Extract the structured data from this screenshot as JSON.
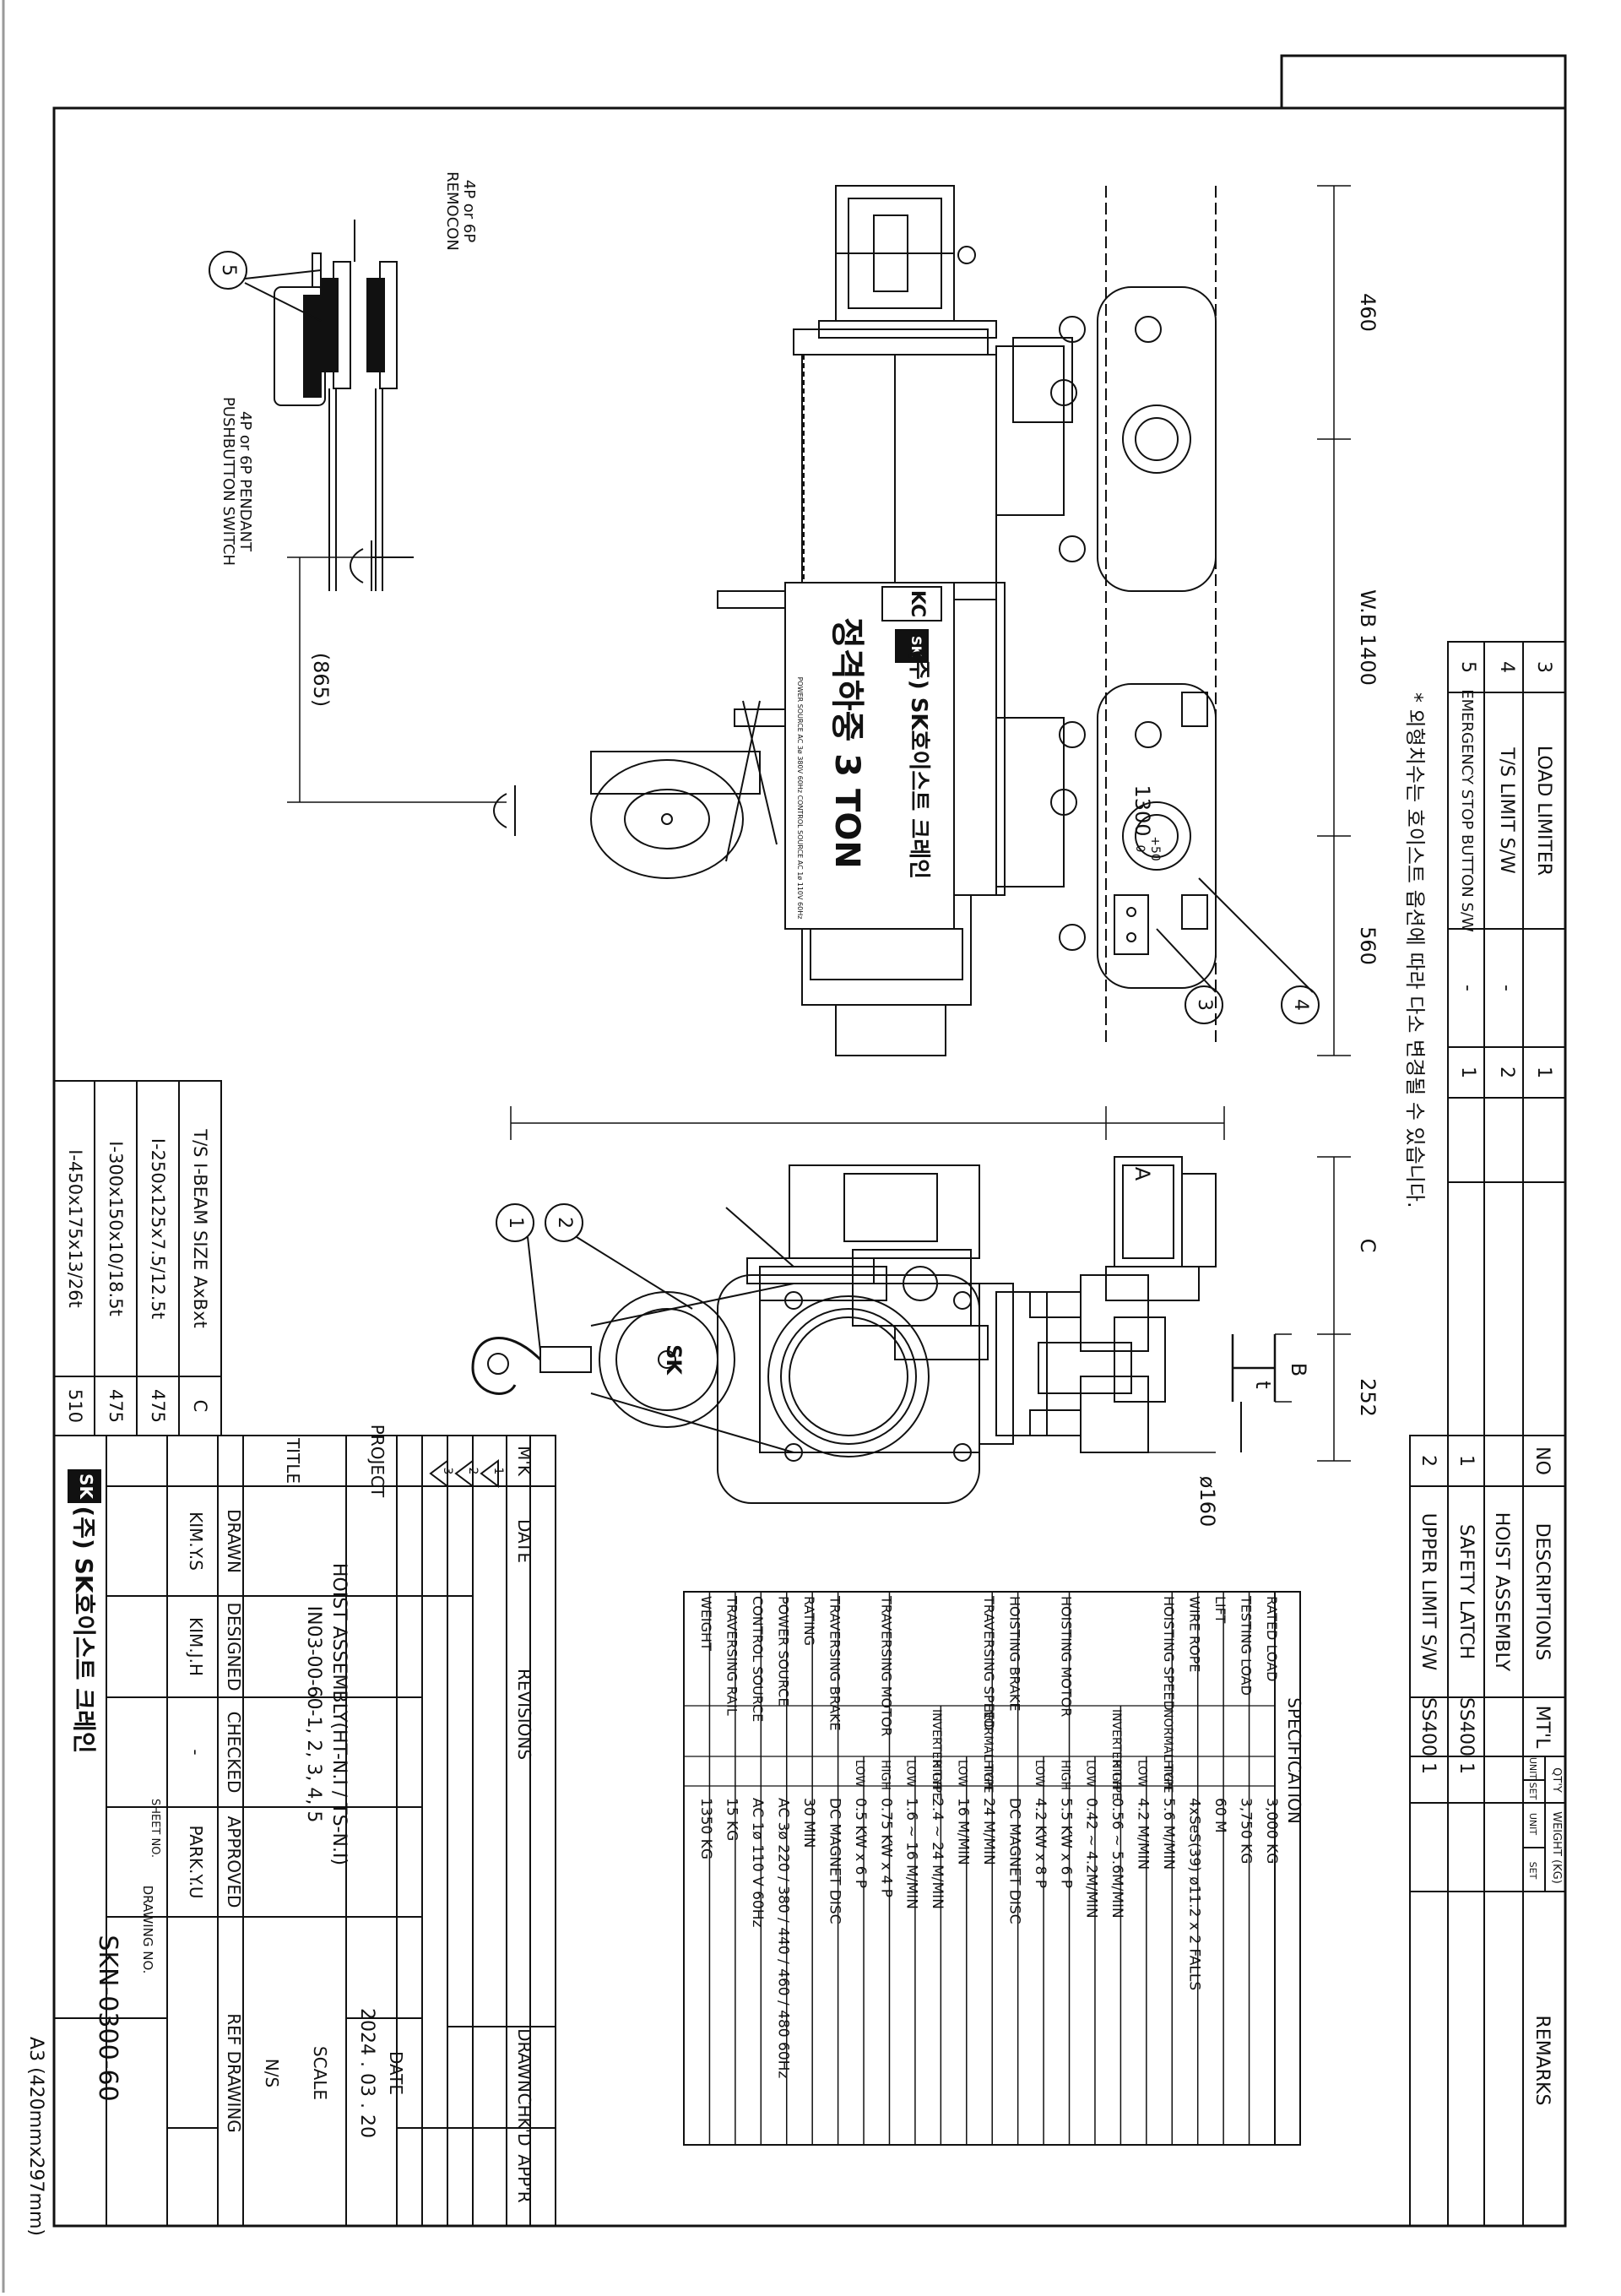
{
  "drawing": {
    "sheet_size": "A3 (420mmx297mm)",
    "drawing_no": "SKN-0300-60",
    "drawing_no_label": "DRAWING NO.",
    "sheet_no_label": "SHEET NO.",
    "project_label": "PROJECT",
    "title_label": "TITLE",
    "title_line1": "IN03-00-60-1, 2, 3, 4, 5",
    "title_line2": "HOIST ASSEMBLY(HT-N.I / TS-N.I)",
    "date_label": "DATE",
    "date": "2024 . 03 . 20",
    "scale_label": "SCALE",
    "scale": "N/S",
    "ref_drawing_label": "REF DRAWING",
    "company": "(주) SK호이스트 크레인",
    "logo": "SK",
    "roles": {
      "labels": [
        "DRAWN",
        "DESIGNED",
        "CHECKED",
        "APPROVED"
      ],
      "names": [
        "KIM.Y.S",
        "KIM.J.H",
        "-",
        "PARK.Y.U"
      ]
    }
  },
  "revisions": {
    "headers": [
      "M'K",
      "DATE",
      "REVISIONS",
      "DRAWN",
      "CHK'D",
      "APP'R"
    ],
    "marks": [
      "1",
      "2",
      "3"
    ]
  },
  "parts_table": {
    "headers": [
      "NO",
      "DESCRIPTIONS",
      "MT'L",
      "QT'Y",
      "WEIGHT (KG)",
      "REMARKS"
    ],
    "subheaders": [
      "UNIT",
      "SET",
      "UNIT",
      "SET"
    ],
    "rows": [
      {
        "no": "",
        "desc": "HOIST ASSEMBLY",
        "mtl": "",
        "unit": "",
        "set": ""
      },
      {
        "no": "1",
        "desc": "SAFETY LATCH",
        "mtl": "SS400",
        "unit": "1",
        "set": ""
      },
      {
        "no": "2",
        "desc": "UPPER LIMIT S/W",
        "mtl": "SS400",
        "unit": "1",
        "set": ""
      },
      {
        "no": "3",
        "desc": "LOAD LIMITER",
        "mtl": "",
        "unit": "1",
        "set": ""
      },
      {
        "no": "4",
        "desc": "T/S LIMIT S/W",
        "mtl": "-",
        "unit": "2",
        "set": ""
      },
      {
        "no": "5",
        "desc": "EMERGENCY STOP BUTTON S/W",
        "mtl": "-",
        "unit": "1",
        "set": ""
      }
    ]
  },
  "note": "* 외형치수는 호이스트 옵션에 따라 다소 변경될 수 있습니다.",
  "specification": {
    "title": "SPECIFICATION",
    "rows": [
      {
        "label": "RATED LOAD",
        "sub": "",
        "grade": "",
        "value": "3,000  KG"
      },
      {
        "label": "TESTING LOAD",
        "sub": "",
        "grade": "",
        "value": "3,750  KG"
      },
      {
        "label": "LIFT",
        "sub": "",
        "grade": "",
        "value": "60  M"
      },
      {
        "label": "WIRE ROPE",
        "sub": "",
        "grade": "",
        "value": "4xSeS(39) ø11.2 x 2 FALLS"
      },
      {
        "label": "HOISTING SPEED",
        "sub": "NORMAL TYPE",
        "grade": "HIGH",
        "value": "5.6  M/MIN"
      },
      {
        "label": "",
        "sub": "",
        "grade": "LOW",
        "value": "4.2  M/MIN"
      },
      {
        "label": "",
        "sub": "INVERTER TYPE",
        "grade": "HIGH",
        "value": "0.56 ~ 5.6M/MIN"
      },
      {
        "label": "",
        "sub": "",
        "grade": "LOW",
        "value": "0.42 ~ 4.2M/MIN"
      },
      {
        "label": "HOISTING MOTOR",
        "sub": "",
        "grade": "HIGH",
        "value": "5.5 KW x 6 P"
      },
      {
        "label": "",
        "sub": "",
        "grade": "LOW",
        "value": "4.2 KW x 8 P"
      },
      {
        "label": "HOISTING BRAKE",
        "sub": "",
        "grade": "",
        "value": "DC MAGNET DISC"
      },
      {
        "label": "TRAVERSING SPEED",
        "sub": "NORMAL TYPE",
        "grade": "HIGH",
        "value": "24  M/MIN"
      },
      {
        "label": "",
        "sub": "",
        "grade": "LOW",
        "value": "16  M/MIN"
      },
      {
        "label": "",
        "sub": "INVERTER TYPE",
        "grade": "HIGH",
        "value": "2.4 ~ 24 M/MIN"
      },
      {
        "label": "",
        "sub": "",
        "grade": "LOW",
        "value": "1.6 ~ 16 M/MIN"
      },
      {
        "label": "TRAVERSING MOTOR",
        "sub": "",
        "grade": "HIGH",
        "value": "0.75 KW x 4 P"
      },
      {
        "label": "",
        "sub": "",
        "grade": "LOW",
        "value": "0.5 KW x 6 P"
      },
      {
        "label": "TRAVERSING BRAKE",
        "sub": "",
        "grade": "",
        "value": "DC MAGNET DISC"
      },
      {
        "label": "RATING",
        "sub": "",
        "grade": "",
        "value": "30  MIN"
      },
      {
        "label": "POWER SOURCE",
        "sub": "",
        "grade": "",
        "value": "AC 3ø  220 / 380 / 440 / 460 / 480  60Hz"
      },
      {
        "label": "CONTROL SOURCE",
        "sub": "",
        "grade": "",
        "value": "AC 1ø  110 V  60Hz"
      },
      {
        "label": "TRAVERSING RAIL",
        "sub": "",
        "grade": "",
        "value": "15  KG"
      },
      {
        "label": "WEIGHT",
        "sub": "",
        "grade": "",
        "value": "1350  KG"
      }
    ]
  },
  "beam_table": {
    "headers": [
      "T/S I-BEAM SIZE AxBxt",
      "C"
    ],
    "rows": [
      {
        "size": "I-250x125x7.5/12.5t",
        "c": "475"
      },
      {
        "size": "I-300x150x10/18.5t",
        "c": "475"
      },
      {
        "size": "I-450x175x13/26t",
        "c": "510"
      }
    ]
  },
  "dimensions": {
    "d460": "460",
    "wb": "W.B 1400",
    "d560": "560",
    "d1300": "1300",
    "d1300_tol_upper": "+50",
    "d1300_tol_lower": "0",
    "dA": "A",
    "dC": "C",
    "dB": "B",
    "d252": "252",
    "d865": "(865)",
    "dt": "t",
    "d160": "ø160"
  },
  "hoist_plate": {
    "rated_text": "정격하중 3 TON",
    "brand_text": "(주) SK호이스트 크레인",
    "brand_logo": "SK",
    "cert_mark": "KC",
    "spec_strip": "POWER SOURCE AC 3ø 380V 60Hz CONTROL SOURCE AC 1ø 110V 60Hz",
    "sheave_text": "SK"
  },
  "remote": {
    "remocon_label_1": "4P or 6P",
    "remocon_label_2": "REMOCON",
    "pendant_label_1": "4P or 6P PENDANT",
    "pendant_label_2": "PUSHBUTTON SWITCH"
  },
  "balloons": [
    "1",
    "2",
    "3",
    "4",
    "5"
  ]
}
